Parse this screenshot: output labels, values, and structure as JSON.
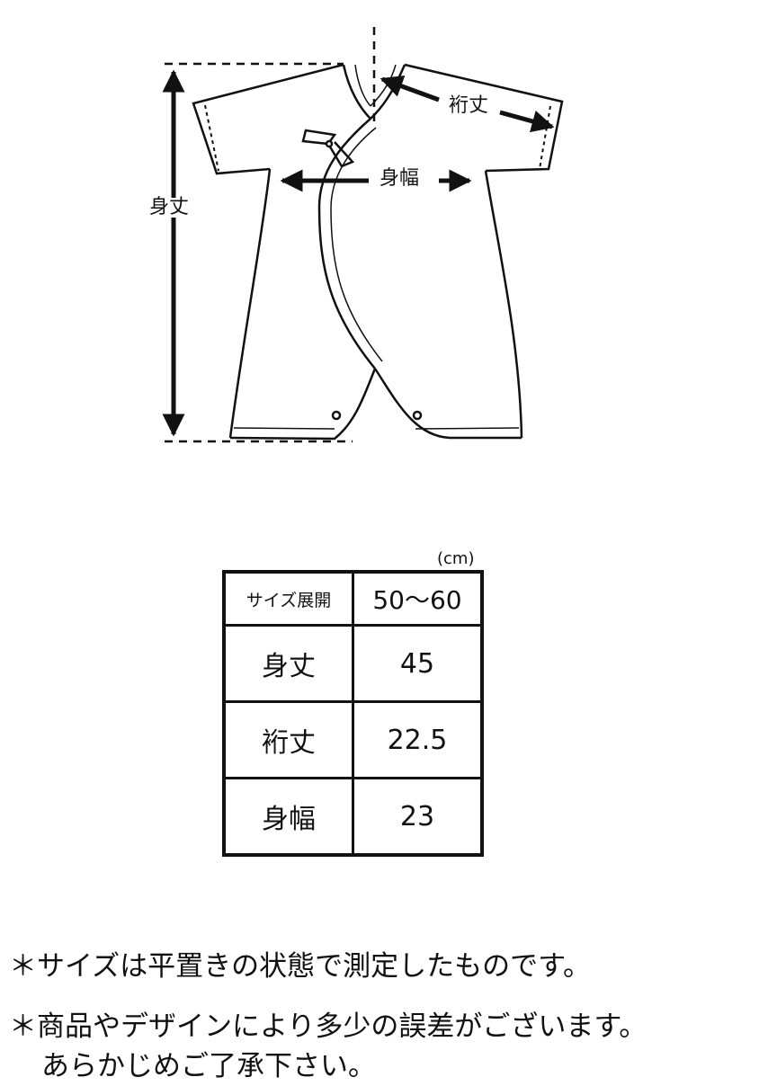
{
  "diagram": {
    "labels": {
      "body_length": "身丈",
      "sleeve_length": "裄丈",
      "body_width": "身幅"
    }
  },
  "table": {
    "unit": "(cm)",
    "header": {
      "label": "サイズ展開",
      "size": "50〜60"
    },
    "rows": [
      {
        "label": "身丈",
        "value": "45"
      },
      {
        "label": "裄丈",
        "value": "22.5"
      },
      {
        "label": "身幅",
        "value": "23"
      }
    ]
  },
  "notes": {
    "note1": "＊サイズは平置きの状態で測定したものです。",
    "note2_line1": "＊商品やデザインにより多少の誤差がございます。",
    "note2_line2": "あらかじめご了承下さい。"
  }
}
